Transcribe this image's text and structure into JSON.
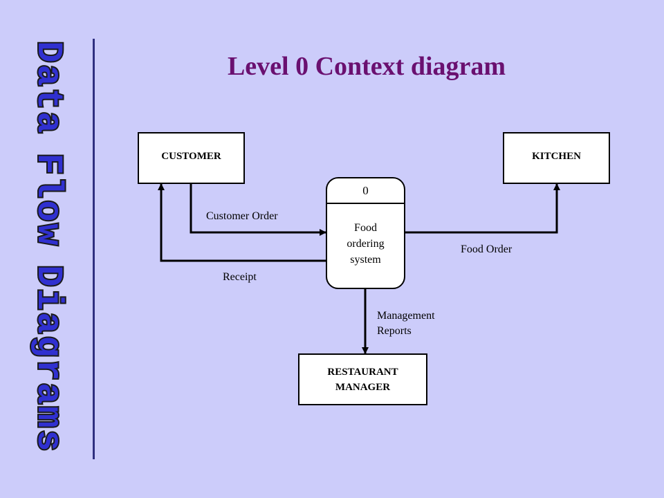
{
  "side_title": "Data Flow Diagrams",
  "title": "Level 0 Context diagram",
  "entities": {
    "customer": "CUSTOMER",
    "kitchen": "KITCHEN",
    "manager_line1": "RESTAURANT",
    "manager_line2": "MANAGER"
  },
  "process": {
    "id": "0",
    "name": "Food\nordering\nsystem"
  },
  "flows": {
    "customer_order": "Customer Order",
    "receipt": "Receipt",
    "food_order": "Food Order",
    "management_reports": "Management\nReports"
  }
}
